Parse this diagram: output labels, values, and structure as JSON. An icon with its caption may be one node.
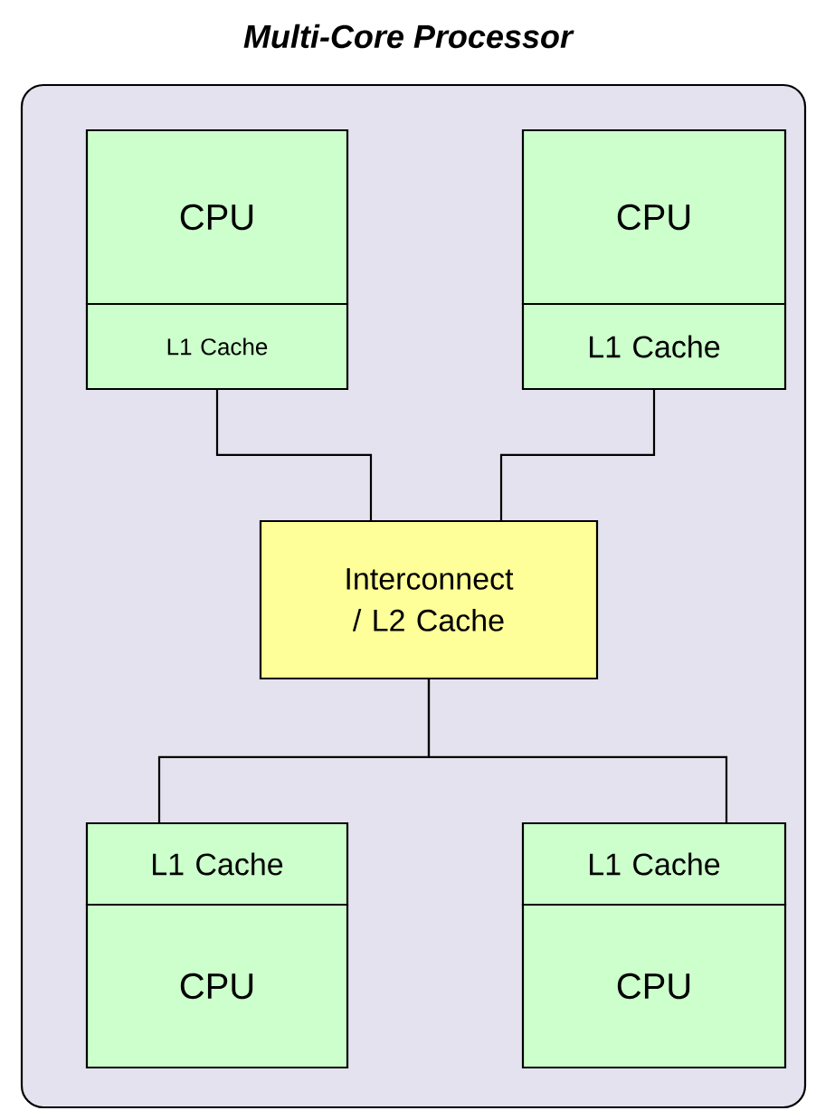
{
  "diagram": {
    "title": "Multi-Core Processor",
    "nodes": [
      {
        "text": [],
        "shape": "box"
      },
      {
        "text": [
          "CPU"
        ],
        "in": 0
      },
      {
        "text": [
          "CPU"
        ],
        "in": 0
      },
      {
        "text": [
          "L1 Cache"
        ],
        "in": 0
      },
      {
        "text": [
          "L1 Cache"
        ],
        "in": 0
      },
      {
        "text": [
          "Interconnect / L2 Cache"
        ],
        "in": 0
      },
      {
        "text": [
          "L1 Cache"
        ],
        "in": 0
      },
      {
        "text": [
          "L1 Cache"
        ],
        "in": 0
      },
      {
        "text": [
          "CPU"
        ],
        "in": 0
      },
      {
        "text": [
          "CPU"
        ],
        "in": 0
      }
    ],
    "edges": [
      {
        "from": 3,
        "to": 5,
        "arrow": "none"
      },
      {
        "from": 4,
        "to": 5,
        "arrow": "none"
      },
      {
        "from": 5,
        "to": 6,
        "arrow": "none"
      },
      {
        "from": 5,
        "to": 7,
        "arrow": "none"
      }
    ]
  }
}
